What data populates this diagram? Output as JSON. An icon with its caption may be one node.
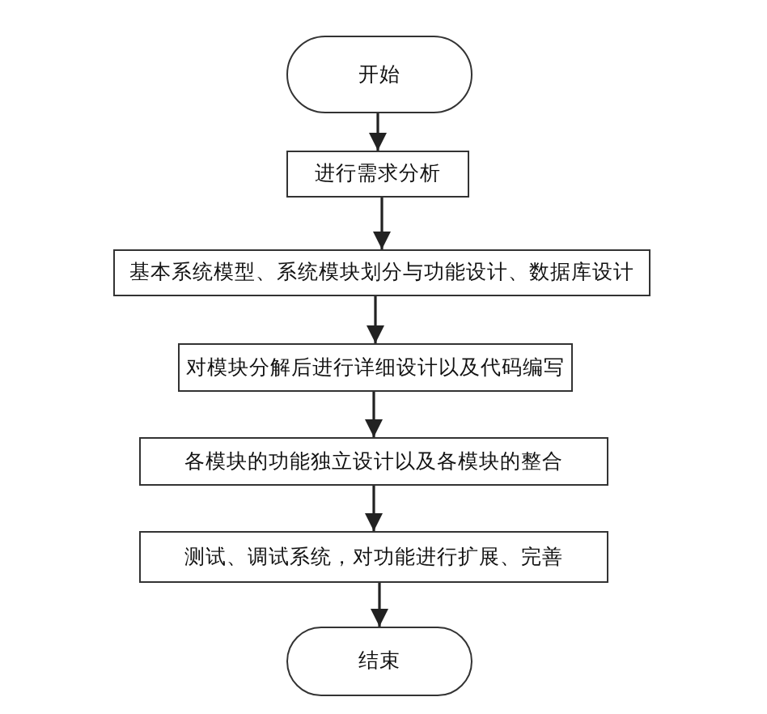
{
  "diagram": {
    "nodes": [
      {
        "text": [
          "开始"
        ]
      },
      {
        "text": [
          "进行需求分析"
        ]
      },
      {
        "text": [
          "基本系统模型、系统模块划分与功能设计、数据库设计"
        ]
      },
      {
        "text": [
          "对模块分解后进行详细设计以及代码编写"
        ]
      },
      {
        "text": [
          "各模块的功能独立设计以及各模块的整合"
        ]
      },
      {
        "text": [
          "测试、调试系统，对功能进行扩展、完善"
        ]
      },
      {
        "text": [
          "结束"
        ]
      }
    ],
    "edges": [
      {
        "from": 0,
        "to": 1,
        "arrow": "to"
      },
      {
        "from": 1,
        "to": 2,
        "arrow": "to"
      },
      {
        "from": 2,
        "to": 3,
        "arrow": "to"
      },
      {
        "from": 3,
        "to": 4,
        "arrow": "to"
      },
      {
        "from": 4,
        "to": 5,
        "arrow": "to"
      },
      {
        "from": 5,
        "to": 6,
        "arrow": "to"
      }
    ]
  }
}
